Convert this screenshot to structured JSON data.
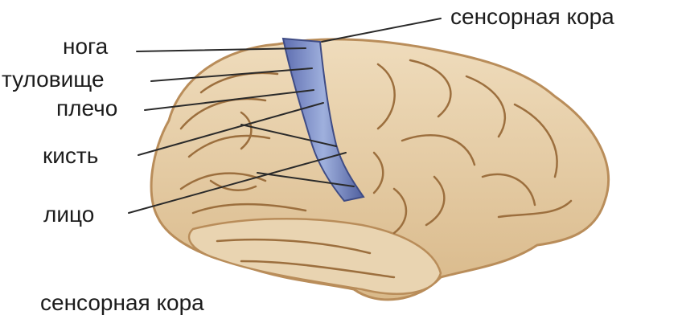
{
  "labels": {
    "sensory_cortex_top": "сенсорная кора",
    "leg": "нога",
    "trunk": "туловище",
    "shoulder": "плечо",
    "hand": "кисть",
    "face": "лицо",
    "sensory_cortex_bottom": "сенсорная кора"
  },
  "colors": {
    "brain_fill": "#e7d1ae",
    "brain_shadow": "#b98d5a",
    "gyrus_line": "#9c6f3e",
    "cortex_strip": "#7d8fc6",
    "cortex_strip_dark": "#4f5f9e",
    "leader_line": "#2a2a2a"
  }
}
